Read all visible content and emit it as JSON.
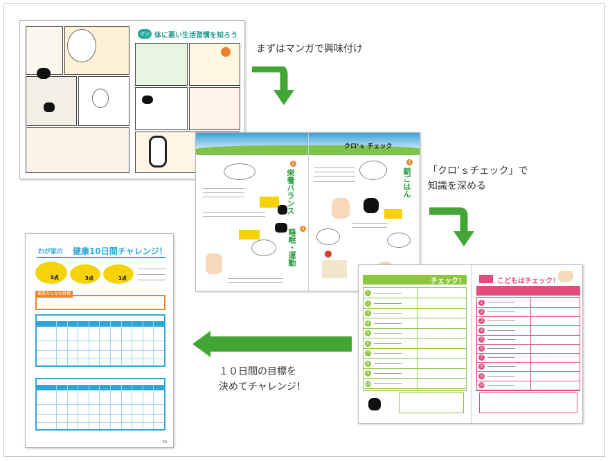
{
  "captions": {
    "step1": "まずはマンガで興味付け",
    "step2_line1": "「クロ’ｓチェック」で",
    "step2_line2": "知識を深める",
    "step3_line1": "１０日間の目標を",
    "step3_line2": "決めてチャレンジ！"
  },
  "manga_spread": {
    "title_badge": "マンガ",
    "title": "体に悪い生活習慣を知ろう"
  },
  "check_spread": {
    "header": "クロ’ｓ チェック",
    "sec1": "朝ごはん",
    "sec2": "栄養バランス",
    "sec3": "睡眠・運動",
    "num1": "1",
    "num2": "2",
    "num3": "3"
  },
  "checklist_spread": {
    "left_title": "チェック！",
    "right_title": "こどもはチェック！",
    "numbers": [
      "1",
      "2",
      "3",
      "4",
      "5",
      "6",
      "7",
      "8",
      "9",
      "10"
    ]
  },
  "challenge_sheet": {
    "title_prefix": "わが家の",
    "title": "健康10日間チャレンジ！",
    "pt1": "5点",
    "pt2": "3点",
    "pt3": "1点",
    "goal_label": "家族みんなの目標",
    "page_no": "56"
  },
  "colors": {
    "arrow": "#43a535",
    "cyan": "#2fa6d8",
    "green": "#8cc63f",
    "pink": "#e24c7a",
    "yellow": "#f5d20a",
    "orange": "#e8852a"
  }
}
